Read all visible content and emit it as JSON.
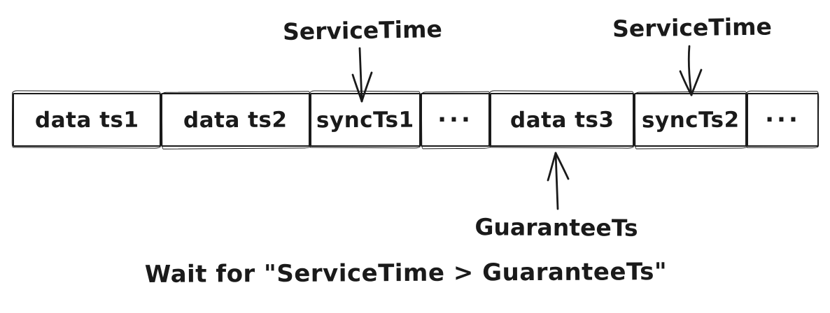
{
  "diagram": {
    "ink_color": "#1a1a1a",
    "background_color": "#ffffff",
    "stream_boxes": [
      {
        "label": "data ts1"
      },
      {
        "label": "data ts2"
      },
      {
        "label": "syncTs1"
      },
      {
        "label": "..."
      },
      {
        "label": "data ts3"
      },
      {
        "label": "syncTs2"
      },
      {
        "label": "..."
      }
    ],
    "labels": {
      "service_time_left": "ServiceTime",
      "service_time_right": "ServiceTime",
      "guarantee_ts": "GuaranteeTs"
    },
    "arrows": [
      {
        "name": "service-time-arrow-left",
        "direction": "down",
        "points_to": "syncTs1"
      },
      {
        "name": "service-time-arrow-right",
        "direction": "down",
        "points_to": "syncTs2"
      },
      {
        "name": "guarantee-ts-arrow",
        "direction": "up",
        "points_from": "data ts3"
      }
    ],
    "caption": "Wait for \"ServiceTime > GuaranteeTs\""
  }
}
